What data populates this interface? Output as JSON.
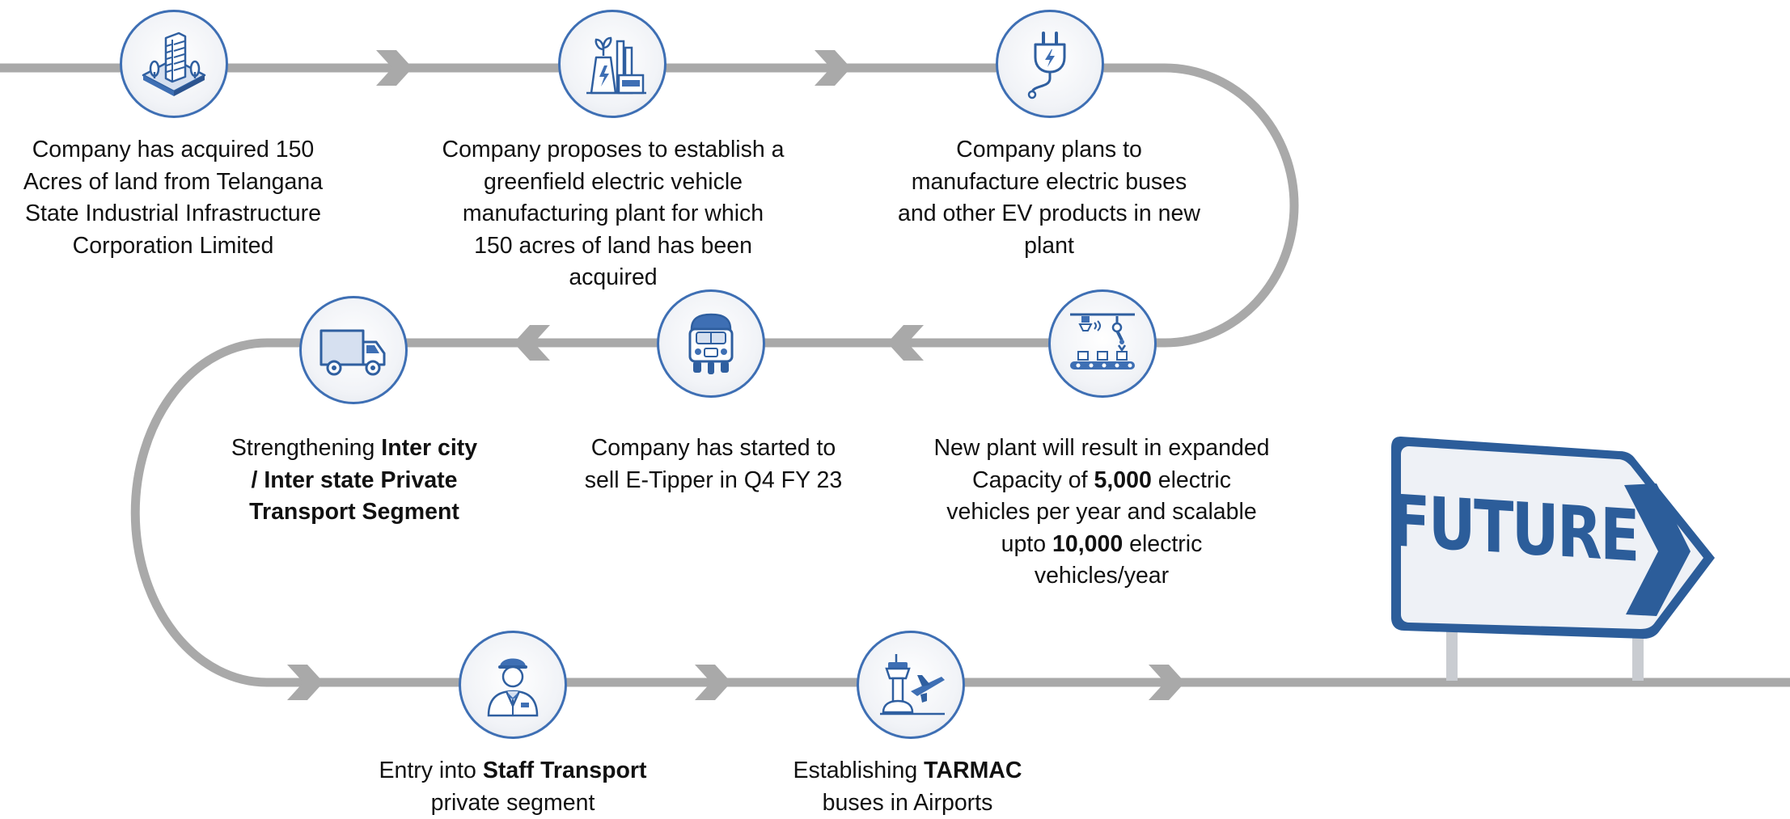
{
  "steps": [
    {
      "icon": "city-building-icon",
      "lines": [
        [
          "Company has acquired 150"
        ],
        [
          "Acres of land from Telangana"
        ],
        [
          "State Industrial Infrastructure"
        ],
        [
          "Corporation Limited"
        ]
      ]
    },
    {
      "icon": "power-plant-icon",
      "lines": [
        [
          "Company proposes to establish a"
        ],
        [
          "greenfield electric vehicle"
        ],
        [
          "manufacturing plant for which"
        ],
        [
          "150 acres of land has been"
        ],
        [
          "acquired"
        ]
      ]
    },
    {
      "icon": "ev-plug-icon",
      "lines": [
        [
          "Company plans to"
        ],
        [
          "manufacture electric buses"
        ],
        [
          "and other EV products in new"
        ],
        [
          "plant"
        ]
      ]
    },
    {
      "icon": "assembly-line-robot-icon",
      "lines": [
        [
          "New plant will result in expanded"
        ],
        [
          "Capacity of ",
          {
            "b": "5,000"
          },
          " electric"
        ],
        [
          "vehicles per year and scalable"
        ],
        [
          "upto ",
          {
            "b": "10,000"
          },
          " electric"
        ],
        [
          "vehicles/year"
        ]
      ]
    },
    {
      "icon": "auto-rickshaw-icon",
      "lines": [
        [
          "Company has started to"
        ],
        [
          "sell E-Tipper in Q4 FY 23"
        ]
      ]
    },
    {
      "icon": "delivery-truck-icon",
      "lines": [
        [
          "Strengthening ",
          {
            "b": "Inter city"
          }
        ],
        [
          {
            "b": "/ Inter state Private"
          }
        ],
        [
          {
            "b": "Transport Segment"
          }
        ]
      ]
    },
    {
      "icon": "staff-person-icon",
      "lines": [
        [
          "Entry into ",
          {
            "b": "Staff Transport"
          }
        ],
        [
          "private segment"
        ]
      ]
    },
    {
      "icon": "airport-tower-plane-icon",
      "lines": [
        [
          "Establishing ",
          {
            "b": "TARMAC"
          }
        ],
        [
          "buses in Airports"
        ]
      ]
    }
  ],
  "future_sign": {
    "text": "FUTURE",
    "icon": "future-signpost-arrow-icon"
  },
  "colors": {
    "path": "#a9a9a9",
    "accent": "#3e6fb4",
    "text": "#111111",
    "sign_text": "#2c5d9a"
  }
}
